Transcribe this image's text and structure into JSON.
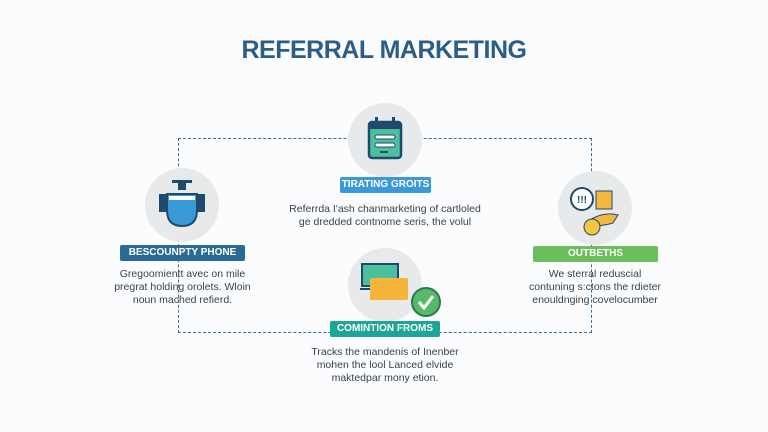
{
  "title": "REFERRAL MARKETING",
  "colors": {
    "title": "#2b5d86",
    "top": "#3a9ad9",
    "left": "#2a6a93",
    "right": "#6cbd5b",
    "bottom": "#1fa595"
  },
  "steps": [
    {
      "id": "top",
      "icon": "calendar-list-icon",
      "label": "TIRATING GROITS",
      "desc": [
        "Referrda I'ash chanmarketing of cartloled",
        "ge dredded contnome seris, the volul"
      ]
    },
    {
      "id": "left",
      "icon": "funnel-pipe-icon",
      "label": "BESCOUNPTY PHONE",
      "desc": [
        "Gregoomientt avec on mile",
        "pregrat holding orolets. Wloin",
        "noun mached refierd."
      ]
    },
    {
      "id": "right",
      "icon": "coins-shopping-icon",
      "label": "OUTBETHS",
      "desc": [
        "We sterral reduscial",
        "contuning s:ctons the rdieter",
        "enouldnging covelocumber"
      ]
    },
    {
      "id": "bottom",
      "icon": "voucher-check-icon",
      "label": "COMINTION FROMS",
      "desc": [
        "Tracks the mandenis of Inenber",
        "mohen the lool Lanced elvide",
        "maktedpar mony etion."
      ]
    }
  ]
}
